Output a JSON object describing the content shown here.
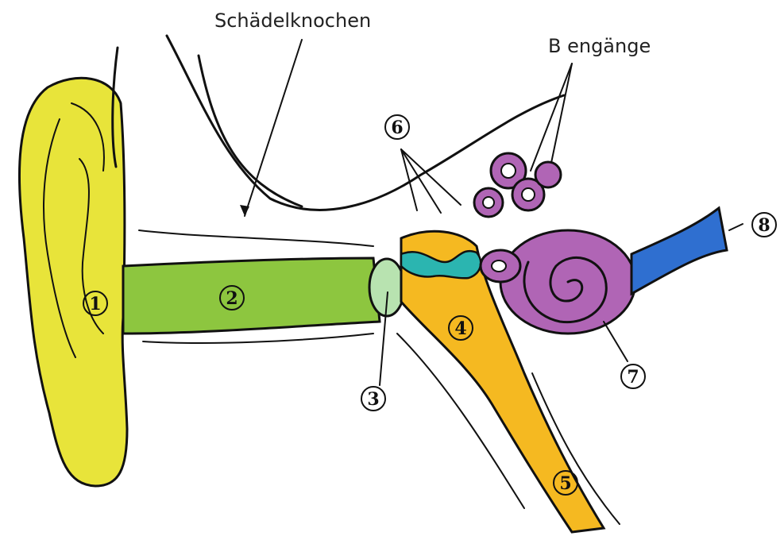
{
  "labels": {
    "skull_bone": "Schädelknochen",
    "semicircular_canals": "B   engänge"
  },
  "numbers": [
    "1",
    "2",
    "3",
    "4",
    "5",
    "6",
    "7",
    "8"
  ],
  "colors": {
    "outer_ear": "#e8e43a",
    "ear_canal": "#8dc63f",
    "eardrum": "#b8e3b0",
    "ossicles": "#2bb5b0",
    "middle_ear": "#f5b921",
    "cochlea": "#b065b5",
    "nerve": "#2f6fd0",
    "ink": "#111111"
  }
}
